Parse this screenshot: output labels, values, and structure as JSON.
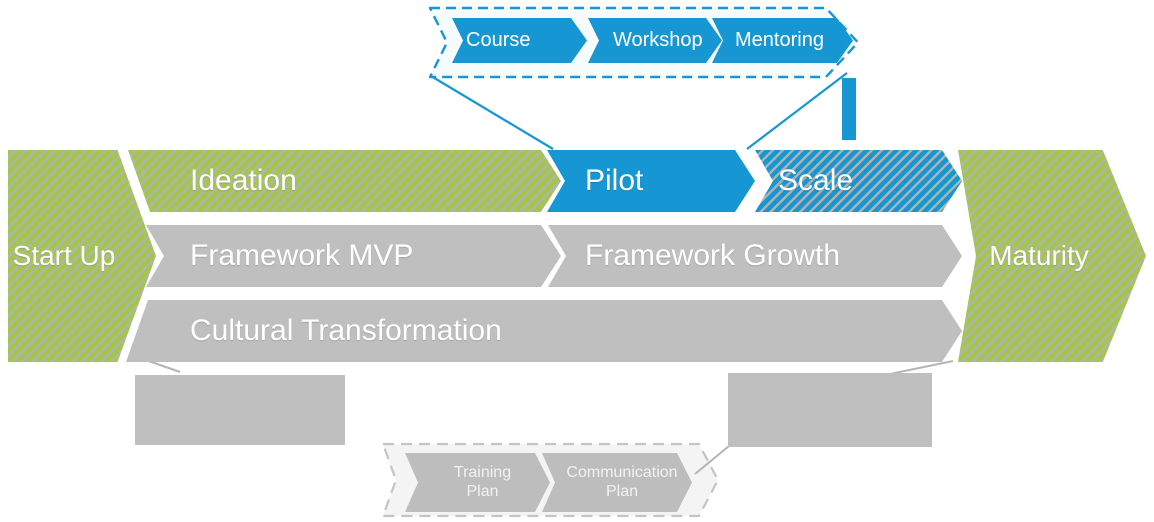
{
  "colors": {
    "blue": "#1697d4",
    "green": "#a2c74b",
    "gray_bar": "#bfbfbf",
    "hatch_stripe": "#b3b3ae",
    "callout_fill_blue": "#f6fbfe",
    "callout_fill_gray": "#f4f4f4"
  },
  "training_callout": {
    "steps": [
      "Course",
      "Workshop",
      "Mentoring"
    ]
  },
  "main_band": {
    "start_label": "Start Up",
    "end_label": "Maturity",
    "row1": {
      "seg1": "Ideation",
      "seg2": "Pilot",
      "seg3": "Scale"
    },
    "row2": {
      "seg1": "Framework MVP",
      "seg2": "Framework Growth"
    },
    "row3": {
      "seg1": "Cultural Transformation"
    }
  },
  "plans_callout": {
    "steps": [
      "Training\nPlan",
      "Communication\nPlan"
    ]
  }
}
